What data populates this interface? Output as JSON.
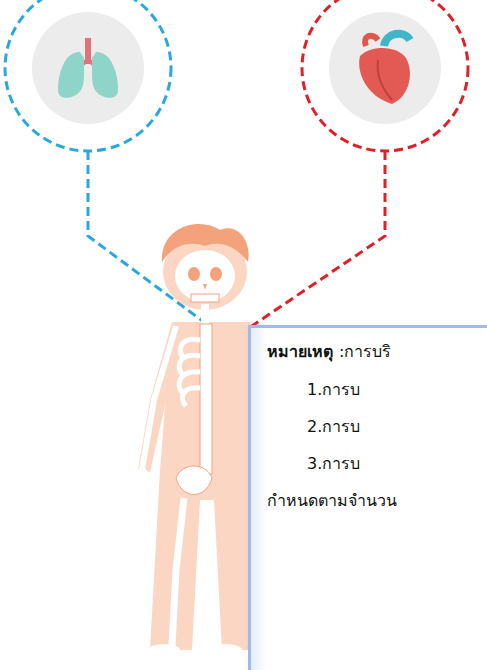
{
  "diagram": {
    "nodes": [
      {
        "text": [
          "หมายเหตุ",
          ":การบริ",
          "1.การบ",
          "2.การบ",
          "3.การบ",
          "กำหนดตามจำนวน"
        ]
      }
    ]
  }
}
